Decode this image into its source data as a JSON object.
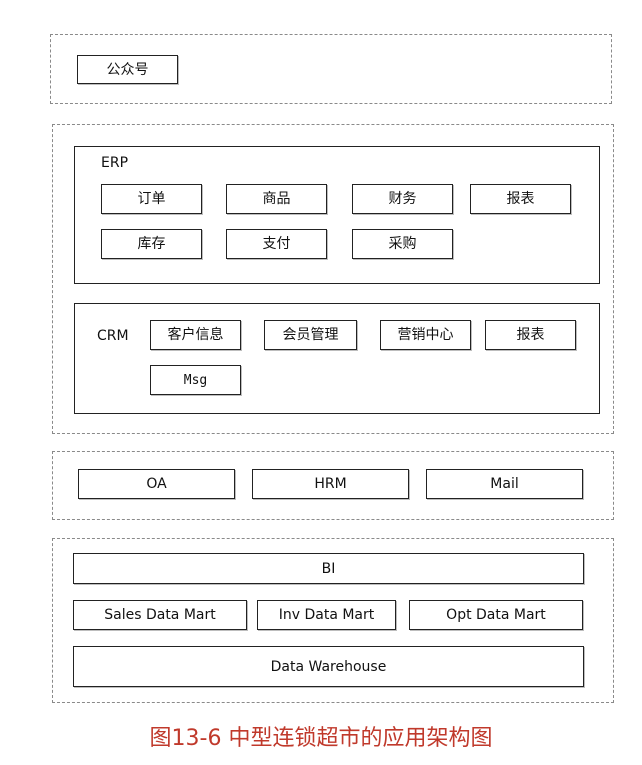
{
  "wechat_layer": {
    "official_account": "公众号"
  },
  "erp": {
    "title": "ERP",
    "modules": [
      "订单",
      "商品",
      "财务",
      "报表",
      "库存",
      "支付",
      "采购"
    ]
  },
  "crm": {
    "title": "CRM",
    "modules": [
      "客户信息",
      "会员管理",
      "营销中心",
      "报表",
      "Msg"
    ]
  },
  "office_layer": {
    "items": [
      "OA",
      "HRM",
      "Mail"
    ]
  },
  "data_layer": {
    "bi": "BI",
    "marts": [
      "Sales Data Mart",
      "Inv Data Mart",
      "Opt Data Mart"
    ],
    "warehouse": "Data Warehouse"
  },
  "caption": "图13-6 中型连锁超市的应用架构图"
}
